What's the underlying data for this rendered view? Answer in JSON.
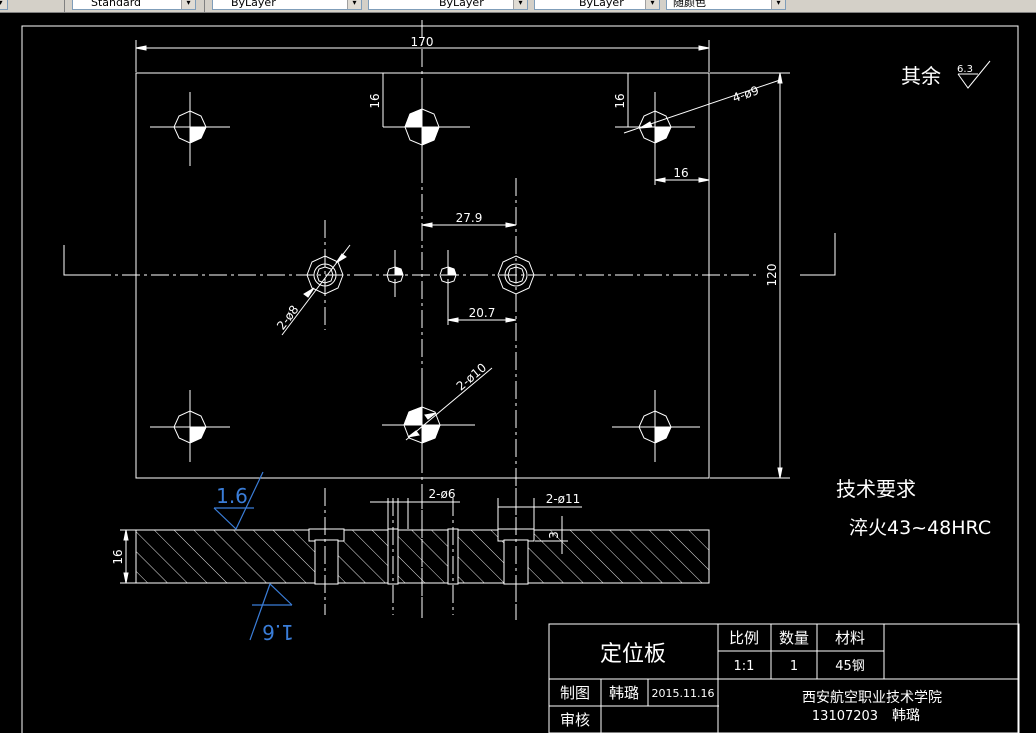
{
  "toolbar": {
    "style_combo": "Standard",
    "layer_combo": "ByLayer",
    "linetype_combo": "ByLayer",
    "lineweight_combo": "ByLayer",
    "color_combo": "随颜色"
  },
  "drawing": {
    "dims": {
      "width": "170",
      "height": "120",
      "top_offset_left": "16",
      "top_offset_right": "16",
      "right_offset": "16",
      "hole_4": "4-ø9",
      "spacing_27_9": "27.9",
      "spacing_20_7": "20.7",
      "hole_2_phi8": "2-ø8",
      "hole_2_phi10": "2-ø10",
      "section_hole_2_phi6": "2-ø6",
      "section_hole_2_phi11": "2-ø11",
      "section_thickness": "16",
      "counterbore_depth": "3"
    },
    "roughness": {
      "top": "1.6",
      "bottom": "1.6",
      "rest_label": "其余",
      "rest_value": "6.3"
    },
    "tech_req": {
      "title": "技术要求",
      "line1": "淬火43~48HRC"
    },
    "title_block": {
      "part_name": "定位板",
      "scale_header": "比例",
      "qty_header": "数量",
      "material_header": "材料",
      "scale_value": "1:1",
      "qty_value": "1",
      "material_value": "45钢",
      "drawn_label": "制图",
      "drawn_name": "韩璐",
      "drawn_date": "2015.11.16",
      "check_label": "审核",
      "school": "西安航空职业技术学院",
      "student_id": "13107203",
      "student_name": "韩璐"
    }
  },
  "colors": {
    "background": "#000000",
    "lines": "#ffffff",
    "roughness_blue": "#3a7dd8",
    "toolbar_bg": "#d4d0c8"
  }
}
